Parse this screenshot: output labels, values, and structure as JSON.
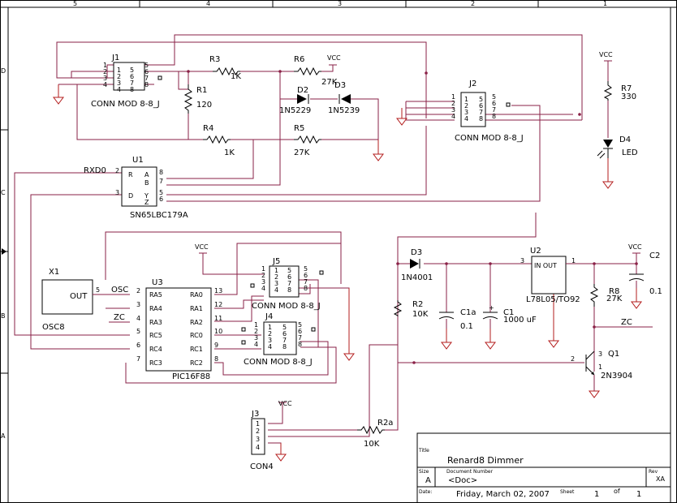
{
  "border": {
    "column_markers": [
      "5",
      "4",
      "3",
      "2",
      "1"
    ],
    "row_markers": [
      "D",
      "C",
      "B",
      "A"
    ]
  },
  "components": {
    "J1": {
      "ref": "J1",
      "value": "CONN MOD 8-8_J",
      "pins_left": [
        "1",
        "2",
        "3",
        "4"
      ],
      "pins_inner": [
        "1",
        "2",
        "3",
        "4",
        "5",
        "6",
        "7",
        "8"
      ],
      "pins_right": [
        "5",
        "6",
        "7",
        "8"
      ]
    },
    "J2": {
      "ref": "J2",
      "value": "CONN MOD 8-8_J",
      "pins_left": [
        "1",
        "2",
        "3",
        "4"
      ],
      "pins_inner": [
        "1",
        "2",
        "3",
        "4",
        "5",
        "6",
        "7",
        "8"
      ],
      "pins_right": [
        "5",
        "6",
        "7",
        "8"
      ]
    },
    "J4": {
      "ref": "J4",
      "value": "CONN MOD 8-8_J",
      "pins_left": [
        "1",
        "2",
        "3",
        "4"
      ],
      "pins_inner": [
        "1",
        "2",
        "3",
        "4",
        "5",
        "6",
        "7",
        "8"
      ],
      "pins_right": [
        "5",
        "6",
        "7",
        "8"
      ]
    },
    "J5": {
      "ref": "J5",
      "value": "CONN MOD 8-8_J",
      "pins_left": [
        "1",
        "2",
        "3",
        "4"
      ],
      "pins_inner": [
        "1",
        "2",
        "3",
        "4",
        "5",
        "6",
        "7",
        "8"
      ],
      "pins_right": [
        "5",
        "6",
        "7",
        "8"
      ]
    },
    "J3": {
      "ref": "J3",
      "value": "CON4",
      "pins": [
        "1",
        "2",
        "3",
        "4"
      ]
    },
    "R1": {
      "ref": "R1",
      "value": "120"
    },
    "R2": {
      "ref": "R2",
      "value": "10K"
    },
    "R2a": {
      "ref": "R2a",
      "value": "10K"
    },
    "R3": {
      "ref": "R3",
      "value": "1K"
    },
    "R4": {
      "ref": "R4",
      "value": "1K"
    },
    "R5": {
      "ref": "R5",
      "value": "27K"
    },
    "R6": {
      "ref": "R6",
      "value": "27K"
    },
    "R7": {
      "ref": "R7",
      "value": "330"
    },
    "R8": {
      "ref": "R8",
      "value": "27K"
    },
    "D2": {
      "ref": "D2",
      "value": "1N5229"
    },
    "D3": {
      "ref": "D3",
      "value": "1N5239"
    },
    "D3b": {
      "ref": "D3",
      "value": "1N4001"
    },
    "D4": {
      "ref": "D4",
      "value": "LED"
    },
    "C1": {
      "ref": "C1",
      "value": "1000 uF"
    },
    "C1a": {
      "ref": "C1a",
      "value": "0.1"
    },
    "C2": {
      "ref": "C2",
      "value": "0.1"
    },
    "Q1": {
      "ref": "Q1",
      "value": "2N3904",
      "pins": [
        "1",
        "2",
        "3"
      ]
    },
    "U1": {
      "ref": "U1",
      "value": "SN65LBC179A",
      "left_pins": [
        "2",
        "3"
      ],
      "left_labels": [
        "R",
        "D"
      ],
      "right_pins": [
        "8",
        "7",
        "5",
        "6"
      ],
      "right_labels": [
        "A",
        "B",
        "Y",
        "Z"
      ]
    },
    "U2": {
      "ref": "U2",
      "value": "L78L05/TO92",
      "left_pin": "3",
      "right_pin": "1",
      "body_label": "IN OUT"
    },
    "U3": {
      "ref": "U3",
      "value": "PIC16F88",
      "left_pins": [
        "2",
        "3",
        "4",
        "5",
        "6",
        "7"
      ],
      "left_labels": [
        "RA5",
        "RA4",
        "RA3",
        "RC5",
        "RC4",
        "RC3"
      ],
      "right_pins": [
        "13",
        "12",
        "11",
        "10",
        "9",
        "8"
      ],
      "right_labels": [
        "RA0",
        "RA1",
        "RA2",
        "RC0",
        "RC1",
        "RC2"
      ]
    },
    "X1": {
      "ref": "X1",
      "value": "OSC8",
      "pin": "5",
      "out_label": "OUT"
    }
  },
  "nets": {
    "vcc": "VCC",
    "rxd": "RXD0",
    "osc": "OSC",
    "zc": "ZC"
  },
  "title_block": {
    "title_label": "Title",
    "title": "Renard8 Dimmer",
    "size_label": "Size",
    "size": "A",
    "doc_label": "Document Number",
    "doc": "<Doc>",
    "rev_label": "Rev",
    "rev": "XA",
    "date_label": "Date:",
    "date": "Friday, March 02, 2007",
    "sheet_label": "Sheet",
    "sheet": "1",
    "of_label": "of",
    "of": "1"
  },
  "colors": {
    "wire": "#8a2147",
    "ground": "#b31c1c",
    "component": "#000000"
  }
}
